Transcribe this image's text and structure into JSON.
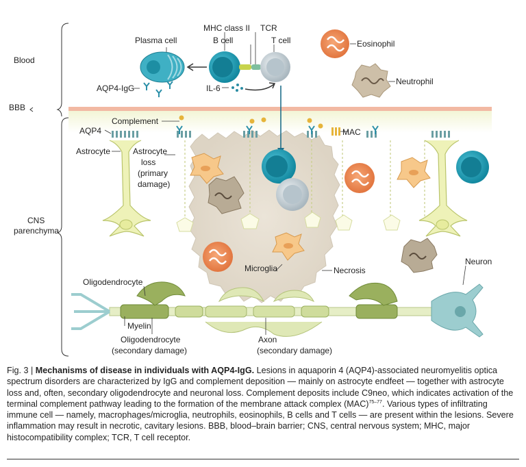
{
  "figure": {
    "labels": {
      "blood": "Blood",
      "bbb": "BBB",
      "cns": "CNS",
      "parenchyma": "parenchyma",
      "plasma_cell": "Plasma cell",
      "mhc": "MHC class II",
      "b_cell": "B cell",
      "tcr": "TCR",
      "t_cell": "T cell",
      "eosinophil": "Eosinophil",
      "neutrophil": "Neutrophil",
      "aqp4_igg": "AQP4-IgG",
      "il6": "IL-6",
      "complement": "Complement",
      "aqp4": "AQP4",
      "mac": "MAC",
      "astrocyte": "Astrocyte",
      "astrocyte_loss_1": "Astrocyte",
      "astrocyte_loss_2": "loss",
      "astrocyte_loss_3": "(primary",
      "astrocyte_loss_4": "damage)",
      "microglia": "Microglia",
      "necrosis": "Necrosis",
      "neuron": "Neuron",
      "oligodendrocyte": "Oligodendrocyte",
      "myelin": "Myelin",
      "oligo_secondary_1": "Oligodendrocyte",
      "oligo_secondary_2": "(secondary damage)",
      "axon_1": "Axon",
      "axon_2": "(secondary damage)"
    }
  },
  "caption": {
    "fig_label": "Fig. 3 | ",
    "title": "Mechanisms of disease in individuals with AQP4-IgG.",
    "body_1": " Lesions in aquaporin 4 (AQP4)-associated neuromyelitis optica spectrum disorders are characterized by IgG and complement deposition — mainly on astrocyte endfeet — together with astrocyte loss and, often, secondary oligodendrocyte and neuronal loss. Complement deposits include C9neo, which indicates activation of the terminal complement pathway leading to the formation of the membrane attack complex (MAC)",
    "ref": "75–77",
    "body_2": ". Various types of infiltrating immune cell — namely, macrophages/microglia, neutrophils, eosinophils, B cells and T cells — are present within the lesions. Severe inflammation may result in necrotic, cavitary lesions. BBB, blood–brain barrier; CNS, central nervous system; MHC, major histocompatibility complex; TCR, T cell receptor."
  },
  "colors": {
    "bbb_band": "#f2b9a3",
    "necrosis_fill": "#e6dfd3",
    "b_cell": "#1d9fb7",
    "t_cell": "#c9d4da",
    "eosinophil": "#ef8a4c",
    "neutrophil": "#cdbfa8",
    "microglia": "#f7c88a",
    "astrocyte": "#eef2b8",
    "myelin": "#9ab05e",
    "neuron": "#9ccdcf"
  }
}
